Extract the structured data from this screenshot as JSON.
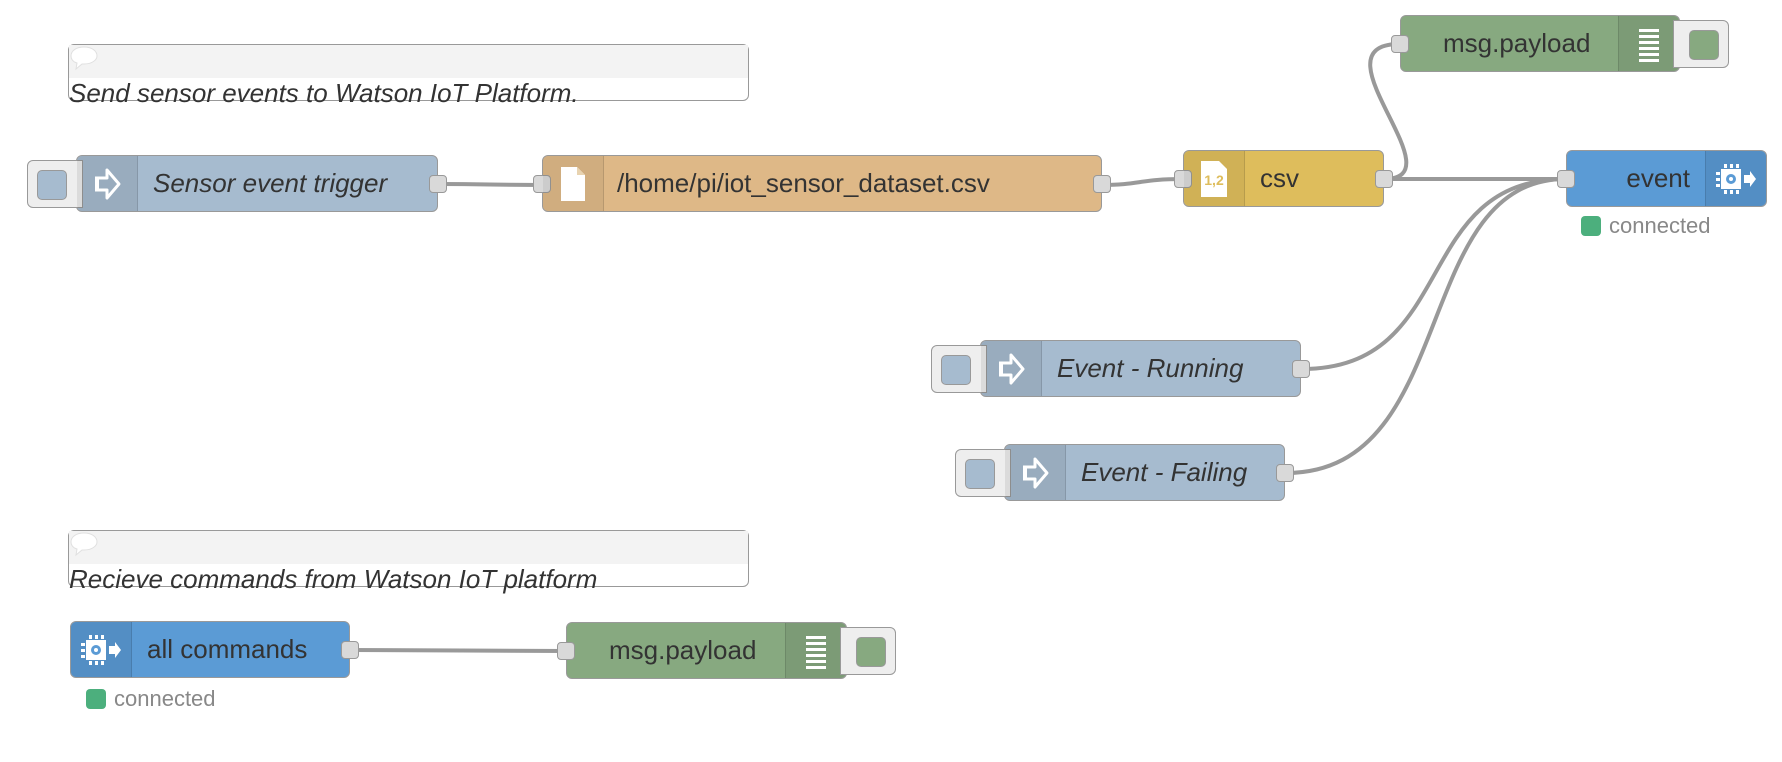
{
  "colors": {
    "inject": "#a6bbcf",
    "file": "#deb887",
    "csv": "#debd5c",
    "debug": "#87a980",
    "watson": "#5b9bd5",
    "comment": "#ffffff",
    "wire": "#999999",
    "status_connected": "#4caf7d"
  },
  "comments": [
    {
      "text": "Send sensor events to Watson IoT Platform."
    },
    {
      "text": "Recieve commands from Watson IoT platform"
    }
  ],
  "nodes": {
    "sensor_trigger": {
      "label": "Sensor event trigger",
      "icon": "arrow-in-icon"
    },
    "file_in": {
      "label": "/home/pi/iot_sensor_dataset.csv",
      "icon": "file-icon"
    },
    "csv": {
      "label": "csv",
      "icon": "csv-icon",
      "icon_text": "1,2"
    },
    "debug_top": {
      "label": "msg.payload",
      "icon": "list-icon"
    },
    "event_out": {
      "label": "event",
      "icon": "chip-icon",
      "status": "connected"
    },
    "event_running": {
      "label": "Event - Running",
      "icon": "arrow-in-icon"
    },
    "event_failing": {
      "label": "Event - Failing",
      "icon": "arrow-in-icon"
    },
    "all_commands": {
      "label": "all commands",
      "icon": "chip-icon",
      "status": "connected"
    },
    "debug_bottom": {
      "label": "msg.payload",
      "icon": "list-icon"
    }
  }
}
